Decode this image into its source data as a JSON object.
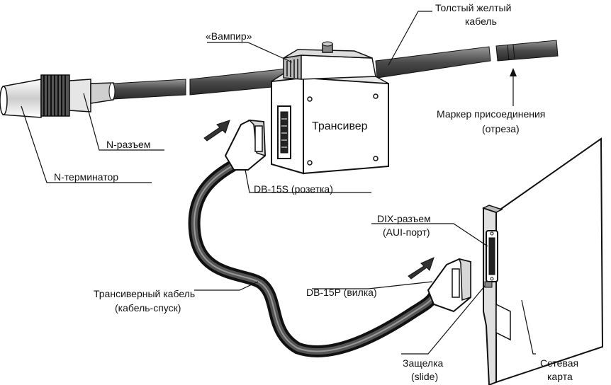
{
  "labels": {
    "thick_cable_1": "Толстый желтый",
    "thick_cable_2": "кабель",
    "vampire": "«Вампир»",
    "transceiver": "Трансивер",
    "marker_1": "Маркер присоединения",
    "marker_2": "(отреза)",
    "n_connector": "N-разъем",
    "n_terminator": "N-терминатор",
    "db15s": "DB-15S (розетка)",
    "dix_1": "DIX-разъем",
    "dix_2": "(AUI-порт)",
    "transceiver_cable_1": "Трансиверный кабель",
    "transceiver_cable_2": "(кабель-спуск)",
    "db15p": "DB-15P (вилка)",
    "latch_1": "Защелка",
    "latch_2": "(slide)",
    "nic_1": "Сетевая",
    "nic_2": "карта"
  },
  "colors": {
    "cable_dark": "#3a3a3a",
    "cable_mid": "#6a6a6a",
    "outline": "#111111",
    "fill_light": "#ffffff",
    "shade": "#9a9a9a"
  }
}
